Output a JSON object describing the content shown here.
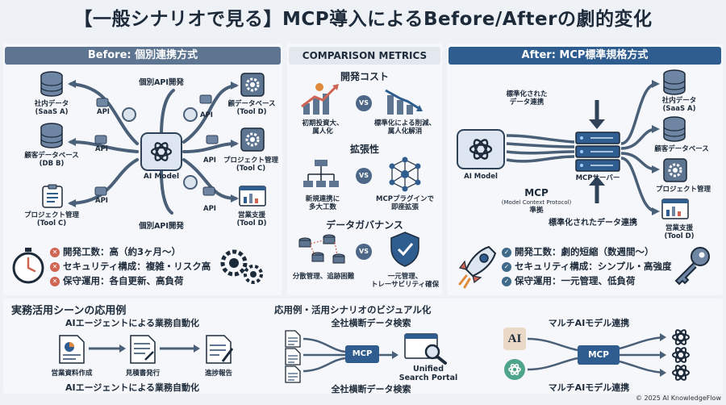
{
  "title": "【一般シナリオで見る】MCP導入によるBefore/Afterの劇的変化",
  "before": {
    "header": "Before: 個別連携方式",
    "center": "AI Model",
    "top_caption": "個別API開発",
    "bottom_caption": "個別API開発",
    "api": "API",
    "left_nodes": [
      {
        "name": "社内データ",
        "sub": "(SaaS A)"
      },
      {
        "name": "顧客データベース",
        "sub": "(DB B)"
      },
      {
        "name": "プロジェクト管理",
        "sub": "(Tool C)"
      }
    ],
    "right_nodes": [
      {
        "name": "顧データベース",
        "sub": "(Tool D)"
      },
      {
        "name": "プロジェクト管理",
        "sub": "(Tool C)"
      },
      {
        "name": "営業支援",
        "sub": "(Tool D)"
      }
    ],
    "bullets": [
      "開発工数：高（約3ヶ月〜）",
      "セキュリティ構成：複雑・リスク高",
      "保守運用：各自更新、高負荷"
    ]
  },
  "metrics": {
    "header": "COMPARISON METRICS",
    "vs": "VS",
    "groups": [
      {
        "title": "開発コスト",
        "left": [
          "初期投資大、",
          "属人化"
        ],
        "right": [
          "標準化による削減、",
          "属人化解消"
        ]
      },
      {
        "title": "拡張性",
        "left": [
          "新規連携に",
          "多大工数"
        ],
        "right": [
          "MCPプラグインで",
          "即座拡張"
        ]
      },
      {
        "title": "データガバナンス",
        "left": [
          "分散管理、追跡困難",
          ""
        ],
        "right": [
          "一元管理、",
          "トレーサビリティ確保"
        ]
      }
    ]
  },
  "after": {
    "header": "After: MCP標準規格方式",
    "ai_model": "AI Model",
    "std_top": [
      "標準化された",
      "データ連携"
    ],
    "server": "MCPサーバー",
    "mcp": "MCP",
    "mcp_sub": "(Model Context Protocol)",
    "mcp_std": "準拠",
    "std_bottom": "標準化されたデータ連携",
    "nodes": [
      {
        "name": "社内データ",
        "sub": "(SaaS A)"
      },
      {
        "name": "顧客データベース",
        "sub": ""
      },
      {
        "name": "プロジェクト管理",
        "sub": ""
      },
      {
        "name": "営業支援",
        "sub": "(Tool D)"
      }
    ],
    "bullets": [
      "開発工数：劇的短縮（数週間〜）",
      "セキュリティ構成：シンプル・高強度",
      "保守運用：一元管理、低負荷"
    ]
  },
  "bottom": {
    "left_title": "実務活用シーンの応用例",
    "center_title": "応用例・活用シナリオのビジュアル化",
    "s1_title": "AIエージェントによる業務自動化",
    "s1_steps": [
      "営業資料作成",
      "見積書発行",
      "進捗報告"
    ],
    "s1_caption": "AIエージェントによる業務自動化",
    "s2_title": "全社横断データ検索",
    "s2_mcp": "MCP",
    "s2_portal": [
      "Unified",
      "Search Portal"
    ],
    "s2_caption": "全社横断データ検索",
    "s3_title": "マルチAIモデル連携",
    "s3_mcp": "MCP",
    "s3_ai": "AI",
    "s3_caption": "マルチAIモデル連携"
  },
  "footer": "© 2025 AI KnowledgeFlow",
  "colors": {
    "navy": "#2f5d8f",
    "slate": "#5d7591",
    "red": "#d06452",
    "orange": "#e08a3c",
    "dark": "#1d2a3a"
  }
}
